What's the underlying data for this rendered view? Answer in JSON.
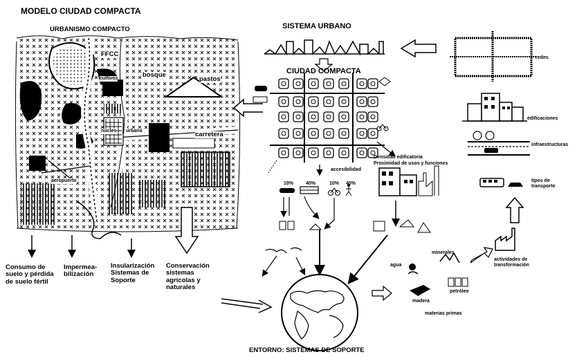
{
  "titles": {
    "main": "MODELO CIUDAD COMPACTA",
    "urbanismo": "URBANISMO COMPACTO",
    "sistema_urbano": "SISTEMA URBANO",
    "ciudad_compacta": "CIUDAD  COMPACTA",
    "entorno": "ENTORNO: SISTEMAS DE SOPORTE"
  },
  "map_labels": {
    "ffcc": "FFCC",
    "cultivos": "cultivos",
    "bosque": "bosque",
    "pastos": "pastos",
    "nucleo": "núcleo",
    "urbano": "urbano",
    "carretera": "carretera",
    "aeropuerto": "aeropuerto"
  },
  "right_labels": {
    "redes": "redes",
    "edificaciones": "edificaciones",
    "infraestructuras": "infraestructuras",
    "tipos_de_transporte": "tipos de transporte",
    "actividades": "actividades de transformación"
  },
  "middle_labels": {
    "accesibilidad": "accesibilidad",
    "densidad": "Densidad edificatoria",
    "proximidad": "Proximidad de usos y funciones",
    "pct_car": "10%",
    "pct_bus": "40%",
    "pct_bike": "10%",
    "pct_walk": "40%"
  },
  "resource_labels": {
    "minerales": "minerales",
    "agua": "agua",
    "madera": "madera",
    "petroleo": "petróleo",
    "materias_primas": "materias primas"
  },
  "bottom_labels": {
    "consumo": "Consumo de suelo y pérdida de suelo fértil",
    "impermea": "Impermea- bilización",
    "insularizacion": "Insularización Sistemas de Soporte",
    "conservacion": "Conservación sistemas agrícolas y naturales"
  },
  "colors": {
    "ink": "#000000",
    "background": "#ffffff"
  }
}
